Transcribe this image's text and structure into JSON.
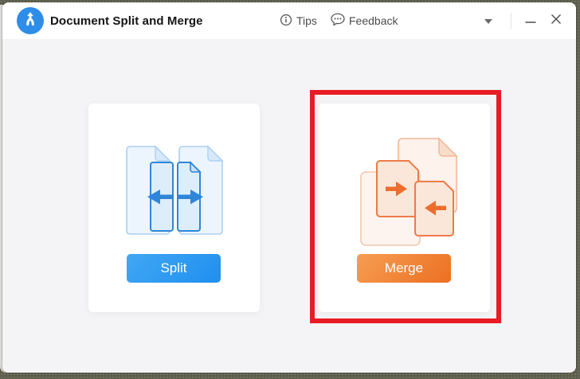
{
  "window": {
    "title": "Document Split and Merge",
    "tips": "Tips",
    "feedback": "Feedback"
  },
  "cards": [
    {
      "name": "split",
      "label": "Split"
    },
    {
      "name": "merge",
      "label": "Merge",
      "highlighted": true
    }
  ],
  "icons": {
    "app": "merge-app-logo-icon",
    "tips": "info-circle-icon",
    "feedback": "speech-bubble-icon",
    "dropdown": "caret-down-icon",
    "minimize": "minimize-icon",
    "close": "close-icon"
  },
  "colors": {
    "split_accent": "#2e9af0",
    "merge_accent": "#ee7428",
    "highlight_red": "#e81c24",
    "titlebar_bg": "#ffffff",
    "content_bg": "#f4f4f6",
    "app_logo_bg": "#2d8de9"
  }
}
